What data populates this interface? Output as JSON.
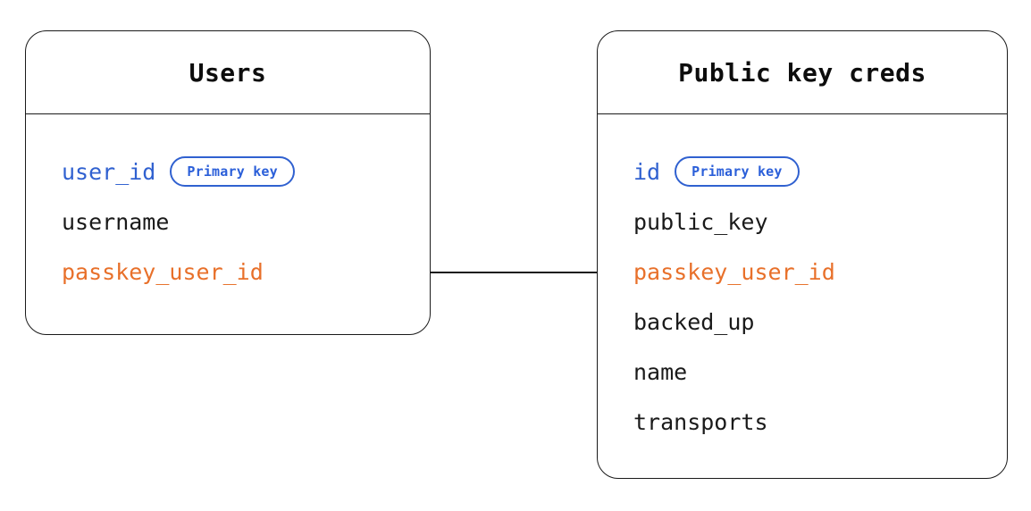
{
  "diagram": {
    "type": "entity-relationship-diagram",
    "background_color": "#ffffff",
    "colors": {
      "border": "#1a1a1a",
      "text": "#1a1a1a",
      "primary_key": "#3061d0",
      "foreign_key": "#e8702a",
      "badge_border": "#3061d0",
      "badge_text": "#2b5fd9",
      "connector": "#1a1a1a"
    },
    "entities": [
      {
        "id": "users",
        "title": "Users",
        "fields": [
          {
            "name": "user_id",
            "role": "pk",
            "badge": "Primary key"
          },
          {
            "name": "username",
            "role": "normal",
            "badge": null
          },
          {
            "name": "passkey_user_id",
            "role": "fk",
            "badge": null
          }
        ]
      },
      {
        "id": "public-key-creds",
        "title": "Public key creds",
        "fields": [
          {
            "name": "id",
            "role": "pk",
            "badge": "Primary key"
          },
          {
            "name": "public_key",
            "role": "normal",
            "badge": null
          },
          {
            "name": "passkey_user_id",
            "role": "fk",
            "badge": null
          },
          {
            "name": "backed_up",
            "role": "normal",
            "badge": null
          },
          {
            "name": "name",
            "role": "normal",
            "badge": null
          },
          {
            "name": "transports",
            "role": "normal",
            "badge": null
          }
        ]
      }
    ],
    "relationships": [
      {
        "id": "users-to-public-key-creds",
        "from_entity": "users",
        "from_field": "passkey_user_id",
        "to_entity": "public-key-creds",
        "to_field": "passkey_user_id",
        "style": "straight-line"
      }
    ]
  }
}
